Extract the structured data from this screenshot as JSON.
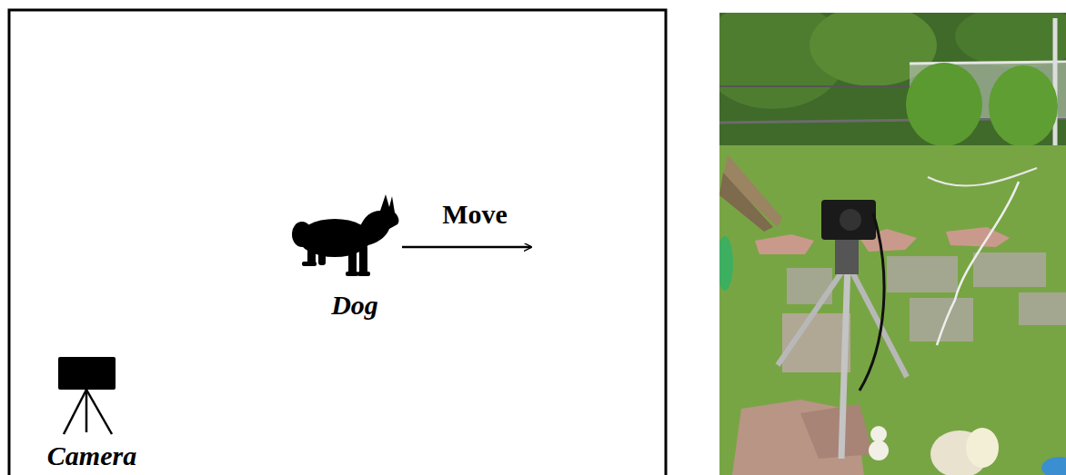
{
  "diagram": {
    "labels": [
      "Move",
      "Dog",
      "Camera"
    ]
  }
}
